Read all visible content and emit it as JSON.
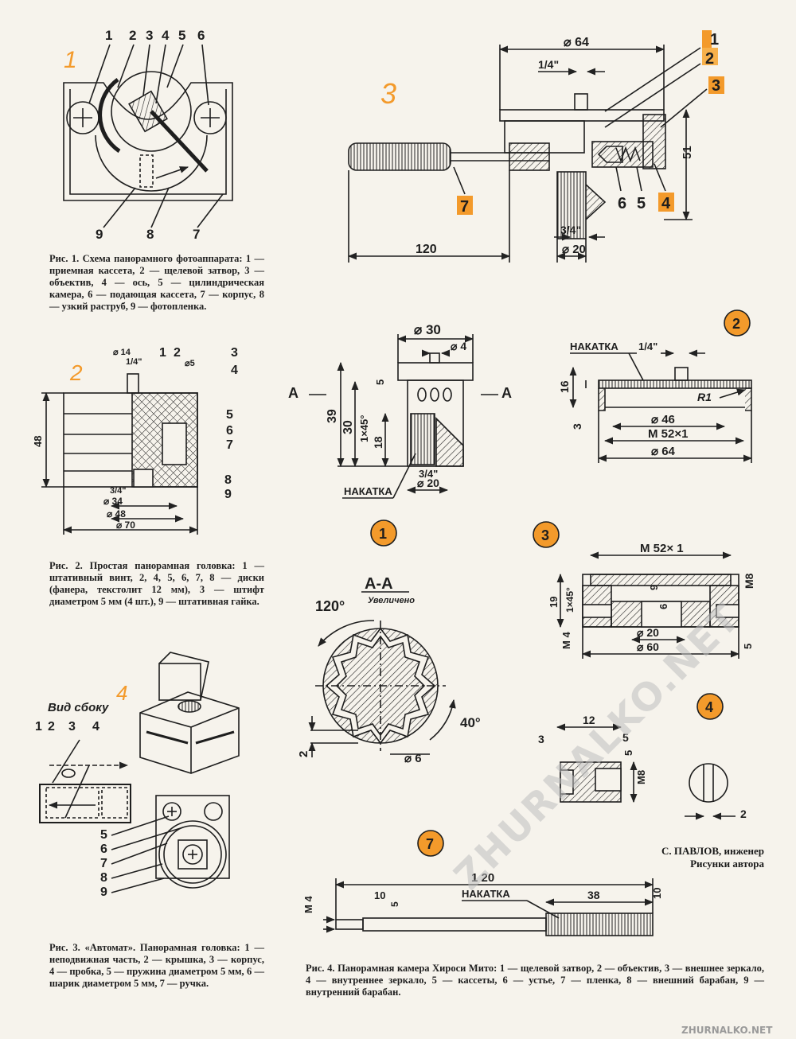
{
  "fig1": {
    "number": "1",
    "top_labels": [
      "1",
      "2",
      "3",
      "4",
      "5",
      "6"
    ],
    "bottom_labels": [
      "9",
      "8",
      "7"
    ],
    "caption": "Рис. 1. Схема панорамного фотоаппарата: 1 — приемная кассета, 2 — щелевой затвор, 3 — объектив, 4 — ось, 5 — цилиндрическая камера, 6 — подающая кассета, 7 — корпус, 8 — узкий раструб, 9 — фотопленка."
  },
  "fig2": {
    "number": "2",
    "labels": {
      "d14": "⌀ 14",
      "l1": "1",
      "l2": "2",
      "l3": "3",
      "l4": "4",
      "d5": "⌀5",
      "q14": "1/4\"",
      "l5": "5",
      "l6": "6",
      "l7": "7",
      "l8": "8",
      "l9": "9",
      "h48": "48",
      "q34": "3/4\"",
      "d34": "⌀ 34",
      "d48": "⌀ 48",
      "d70": "⌀ 70"
    },
    "caption": "Рис. 2. Простая панорамная головка: 1 — штативный винт, 2, 4, 5, 6, 7, 8 — диски (фанера, текстолит 12 мм), 3 — штифт диаметром 5 мм (4 шт.), 9 — штативная гайка."
  },
  "fig3": {
    "number": "3",
    "labels": {
      "d64": "⌀ 64",
      "q14": "1/4\"",
      "n1": "1",
      "n2": "2",
      "n3": "3",
      "n4": "4",
      "n5": "5",
      "n6": "6",
      "n7": "7",
      "h51": "51",
      "q34": "3/4\"",
      "d20": "⌀ 20",
      "l120": "120"
    }
  },
  "fig4": {
    "number": "4",
    "view_label": "Вид сбоку",
    "side_labels": [
      "1",
      "2",
      "3",
      "4"
    ],
    "lower_labels": [
      "5",
      "6",
      "7",
      "8",
      "9"
    ],
    "caption": "Рис. 3. «Автомат». Панорамная головка: 1 — неподвижная часть, 2 — крышка, 3 — корпус, 4 — пробка, 5 — пружина диаметром 5 мм, 6 — шарик диаметром 5 мм, 7 — ручка."
  },
  "part1": {
    "badge": "1",
    "labels": {
      "d30": "⌀ 30",
      "d4": "⌀ 4",
      "A": "A",
      "h5": "5",
      "h39": "39",
      "h30": "30",
      "c145": "1×45°",
      "h18": "18",
      "q34": "3/4\"",
      "d20": "⌀ 20",
      "knurl": "НАКАТКА"
    },
    "section": {
      "title": "А-А",
      "note": "Увеличено",
      "a120": "120°",
      "a40": "40°",
      "d6": "⌀ 6",
      "w2": "2"
    }
  },
  "part2": {
    "badge": "2",
    "labels": {
      "knurl": "НАКАТКА",
      "q14": "1/4\"",
      "h16": "16",
      "h3": "3",
      "r1": "R1",
      "d46": "⌀ 46",
      "m52": "M 52×1",
      "d64": "⌀ 64"
    }
  },
  "part3": {
    "badge": "3",
    "labels": {
      "m52": "M 52× 1",
      "m8": "M8",
      "h19": "19",
      "c145": "1×45°",
      "h9": "9",
      "h6": "6",
      "m4": "M 4",
      "d20": "⌀ 20",
      "d60": "⌀ 60",
      "h5": "5"
    }
  },
  "part4": {
    "badge": "4",
    "labels": {
      "l12": "12",
      "l3": "3",
      "l5": "5",
      "l5b": "5",
      "m8": "M8",
      "w2": "2"
    }
  },
  "part7": {
    "badge": "7",
    "labels": {
      "l120": "1 20",
      "knurl": "НАКАТКА",
      "l38": "38",
      "l10": "10",
      "l5": "5",
      "m4": "M 4",
      "d10": "10"
    }
  },
  "credit": {
    "line1": "С. ПАВЛОВ, инженер",
    "line2": "Рисунки автора"
  },
  "fig4_caption": "Рис. 4. Панорамная камера Хироси Мито: 1 — щелевой затвор, 2 — объектив, 3 — внешнее зеркало, 4 — внутреннее зеркало, 5 — кассеты, 6 — устье, 7 — пленка, 8 — внешний барабан, 9 — внутренний барабан.",
  "watermark": "ZHURNALKO.NET",
  "footer": "ZHURNALKO.NET",
  "colors": {
    "ink": "#1e1e1e",
    "orange": "#f39a2b",
    "orange_light": "#f7b04a",
    "bg": "#f6f3ec",
    "wm": "#c4c4c4"
  }
}
